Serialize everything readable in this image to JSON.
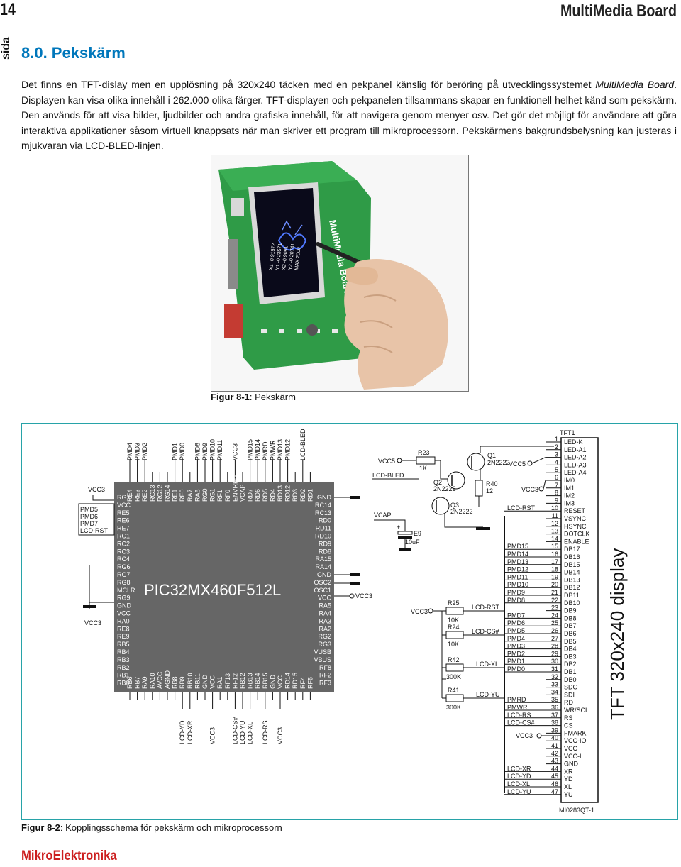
{
  "header": {
    "page_number": "14",
    "side_label": "sida",
    "brand": "MultiMedia Board"
  },
  "section": {
    "title": "8.0. Pekskärm",
    "paragraph": {
      "part1": "Det finns en TFT-dislay men en upplösning på 320x240 täcken med en pekpanel känslig för beröring på utvecklingssystemet ",
      "italic": "MultiMedia Board",
      "part2": ". Displayen kan visa olika innehåll i 262.000 olika färger. TFT-displayen och pekpanelen tillsammans skapar en funktionell helhet känd som pekskärm. Den används för att visa bilder, ljudbilder och andra grafiska innehåll, för att navigera genom menyer osv. Det gör det möjligt för användare att göra interaktiva applikationer såsom virtuell knappsats när man skriver ett program till mikroprocessorn. Pekskärmens bakgrundsbelysning kan justeras i mjukvaran via LCD-BLED-linjen."
    }
  },
  "figure1": {
    "caption_label": "Figur 8-1",
    "caption_text": ": Pekskärm",
    "board_brand": "MultiMedia Board",
    "screen_text": [
      "X1 -0.91572",
      "Y1 -0.23571",
      "X2 -0.9091",
      "Y2 -0.20741",
      "MAX 2000"
    ]
  },
  "figure2": {
    "caption_label": "Figur 8-2",
    "caption_text": ": Kopplingsschema för pekskärm och mikroprocessorn",
    "mcu": {
      "name": "PIC32MX460F512L",
      "top_pins": [
        "RE4",
        "RE3",
        "RE2",
        "RG13",
        "RG12",
        "RG14",
        "RE1",
        "RE0",
        "RA7",
        "RA6",
        "RG0",
        "RG1",
        "RF1",
        "RF0",
        "ENVREG",
        "VCAP",
        "RD7",
        "RD6",
        "RD5",
        "RD4",
        "RD13",
        "RD12",
        "RD3",
        "RD2",
        "RD1"
      ],
      "left_pins": [
        "RG15",
        "VCC",
        "RE5",
        "RE6",
        "RE7",
        "RC1",
        "RC2",
        "RC3",
        "RC4",
        "RG6",
        "RG7",
        "RG8",
        "MCLR",
        "RG9",
        "GND",
        "VCC",
        "RA0",
        "RE8",
        "RE9",
        "RB5",
        "RB4",
        "RB3",
        "RB2",
        "RB1",
        "RB0"
      ],
      "right_pins": [
        "GND",
        "RC14",
        "RC13",
        "RD0",
        "RD11",
        "RD10",
        "RD9",
        "RD8",
        "RA15",
        "RA14",
        "GND",
        "OSC2",
        "OSC1",
        "VCC",
        "RA5",
        "RA4",
        "RA3",
        "RA2",
        "RG2",
        "RG3",
        "VUSB",
        "VBUS",
        "RF8",
        "RF2",
        "RF3"
      ],
      "bottom_pins": [
        "RB6",
        "RB7",
        "RA9",
        "RA10",
        "AVCC",
        "AGND",
        "RB8",
        "RB9",
        "RB10",
        "RB11",
        "GND",
        "VCC",
        "RA1",
        "RF13",
        "RF12",
        "RB12",
        "RB13",
        "RB14",
        "RB15",
        "GND",
        "VCC",
        "RD14",
        "RD15",
        "RF4",
        "RF5"
      ],
      "top_nets": [
        {
          "label": "PMD4",
          "pin": 0
        },
        {
          "label": "PMD3",
          "pin": 1
        },
        {
          "label": "PMD2",
          "pin": 2
        },
        {
          "label": "PMD1",
          "pin": 6
        },
        {
          "label": "PMD0",
          "pin": 7
        },
        {
          "label": "PMD8",
          "pin": 9
        },
        {
          "label": "PMD9",
          "pin": 10
        },
        {
          "label": "PMD10",
          "pin": 11
        },
        {
          "label": "PMD11",
          "pin": 12
        },
        {
          "label": "VCC3",
          "pin": 14
        },
        {
          "label": "PMD15",
          "pin": 16
        },
        {
          "label": "PMD14",
          "pin": 17
        },
        {
          "label": "PMRD",
          "pin": 18
        },
        {
          "label": "PMWR",
          "pin": 19
        },
        {
          "label": "PMD13",
          "pin": 20
        },
        {
          "label": "PMD12",
          "pin": 21
        },
        {
          "label": "LCD-BLED",
          "pin": 23
        }
      ],
      "bottom_nets": [
        {
          "label": "LCD-YD",
          "pin": 7
        },
        {
          "label": "LCD-XR",
          "pin": 8
        },
        {
          "label": "VCC3",
          "pin": 11
        },
        {
          "label": "LCD-CS#",
          "pin": 14
        },
        {
          "label": "LCD-YU",
          "pin": 15
        },
        {
          "label": "LCD-XL",
          "pin": 16
        },
        {
          "label": "LCD-RS",
          "pin": 18
        },
        {
          "label": "VCC3",
          "pin": 20
        }
      ],
      "left_nets": [
        "VCC3",
        "PMD5",
        "PMD6",
        "PMD7",
        "LCD-RST",
        "VCC3"
      ],
      "right_net": "VCC3"
    },
    "power": {
      "vcc5_a": "VCC5",
      "vcc5_b": "VCC5",
      "vcc3_a": "VCC3",
      "vcc3_b": "VCC3",
      "vcc3_c": "VCC3",
      "lcd_bled": "LCD-BLED",
      "vcap": "VCAP"
    },
    "components": {
      "r23": "R23",
      "r23_val": "1K",
      "q1": "Q1",
      "q1_type": "2N2222",
      "q2": "Q2",
      "q2_type": "2N2222",
      "q3": "Q3",
      "q3_type": "2N2222",
      "r40": "R40",
      "r40_val": "12",
      "e9": "E9",
      "e9_val": "10uF",
      "r25": "R25",
      "r25_val": "10K",
      "r24": "R24",
      "r24_val": "10K",
      "r42": "R42",
      "r42_val": "300K",
      "r41": "R41",
      "r41_val": "300K",
      "net_rst": "LCD-RST",
      "net_cs": "LCD-CS#",
      "net_xl": "LCD-XL",
      "net_yu": "LCD-YU"
    },
    "connector": {
      "name": "TFT1",
      "part": "MI0283QT-1",
      "display_label": "TFT 320x240 display",
      "pins": [
        "LED-K",
        "LED-A1",
        "LED-A2",
        "LED-A3",
        "LED-A4",
        "IM0",
        "IM1",
        "IM2",
        "IM3",
        "RESET",
        "VSYNC",
        "HSYNC",
        "DOTCLK",
        "ENABLE",
        "DB17",
        "DB16",
        "DB15",
        "DB14",
        "DB13",
        "DB12",
        "DB11",
        "DB10",
        "DB9",
        "DB8",
        "DB7",
        "DB6",
        "DB5",
        "DB4",
        "DB3",
        "DB2",
        "DB1",
        "DB0",
        "SDO",
        "SDI",
        "RD",
        "WR/SCL",
        "RS",
        "CS",
        "FMARK",
        "VCC-IO",
        "VCC",
        "VCC-I",
        "GND",
        "XR",
        "YD",
        "XL",
        "YU"
      ],
      "left_nets": {
        "3": "VCC5",
        "6": "VCC3",
        "10": "LCD-RST",
        "15": "PMD15",
        "16": "PMD14",
        "17": "PMD13",
        "18": "PMD12",
        "19": "PMD11",
        "20": "PMD10",
        "21": "PMD9",
        "22": "PMD8",
        "24": "PMD7",
        "25": "PMD6",
        "26": "PMD5",
        "27": "PMD4",
        "28": "PMD3",
        "29": "PMD2",
        "30": "PMD1",
        "31": "PMD0",
        "35": "PMRD",
        "36": "PMWR",
        "37": "LCD-RS",
        "38": "LCD-CS#",
        "41": "VCC3",
        "44": "LCD-XR",
        "45": "LCD-YD",
        "46": "LCD-XL",
        "47": "LCD-YU"
      }
    }
  },
  "footer": {
    "brand": "MikroElektronika"
  },
  "colors": {
    "accent": "#0077bb",
    "frame": "#27a3a8",
    "chip": "#666666",
    "footer_red": "#cc1f1f",
    "board_green": "#2f9b47"
  }
}
